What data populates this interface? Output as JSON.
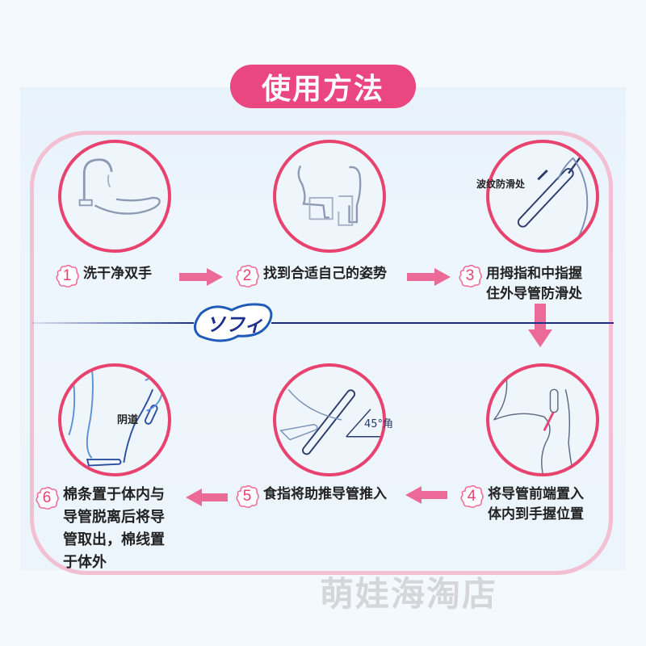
{
  "title": "使用方法",
  "brand": {
    "logo_text": "ソフィ",
    "colors": {
      "accent_pink": "#ea4680",
      "circle_pink": "#e8426f",
      "frame_pink": "#f2bfd3",
      "navy": "#1c2f8f"
    }
  },
  "steps": [
    {
      "number": "1",
      "text": "洗干净双手",
      "illustration": "hand-washing"
    },
    {
      "number": "2",
      "text": "找到合适自己的姿势",
      "illustration": "sitting-standing-poses"
    },
    {
      "number": "3",
      "text": "用拇指和中指握\n住外导管防滑处",
      "illustration": "holding-applicator",
      "callout": "波纹防滑处"
    },
    {
      "number": "4",
      "text": "将导管前端置入\n体内到手握位置",
      "illustration": "inserting-applicator"
    },
    {
      "number": "5",
      "text": "食指将助推导管推入",
      "illustration": "pushing-applicator",
      "callout": "45°角"
    },
    {
      "number": "6",
      "text": "棉条置于体内与\n导管脱离后将导\n管取出，棉线置\n于体外",
      "illustration": "tampon-in-place",
      "callout": "阴道"
    }
  ],
  "watermark": "萌娃海淘店"
}
